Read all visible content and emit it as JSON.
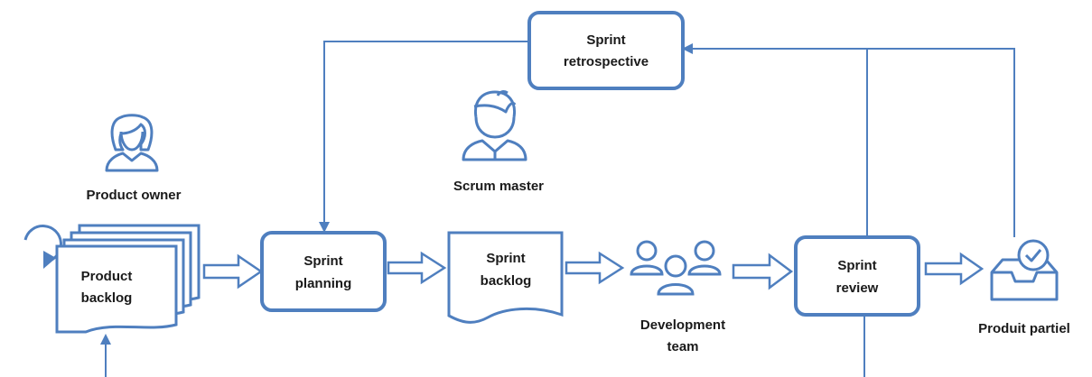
{
  "nodes": {
    "product_owner": {
      "label": "Product owner"
    },
    "scrum_master": {
      "label": "Scrum master"
    },
    "product_backlog": {
      "line1": "Product",
      "line2": "backlog"
    },
    "sprint_planning": {
      "line1": "Sprint",
      "line2": "planning"
    },
    "sprint_backlog": {
      "line1": "Sprint",
      "line2": "backlog"
    },
    "development_team": {
      "line1": "Development",
      "line2": "team"
    },
    "sprint_review": {
      "line1": "Sprint",
      "line2": "review"
    },
    "sprint_retrospective": {
      "line1": "Sprint",
      "line2": "retrospective"
    },
    "produit_partiel": {
      "label": "Produit partiel"
    }
  },
  "colors": {
    "accent": "#4f7fbf",
    "stroke": "#3f72b2",
    "text": "#1a1a1a"
  },
  "icons": [
    "person-female-icon",
    "person-male-icon",
    "team-icon",
    "inbox-check-icon",
    "loop-arrow-icon"
  ]
}
